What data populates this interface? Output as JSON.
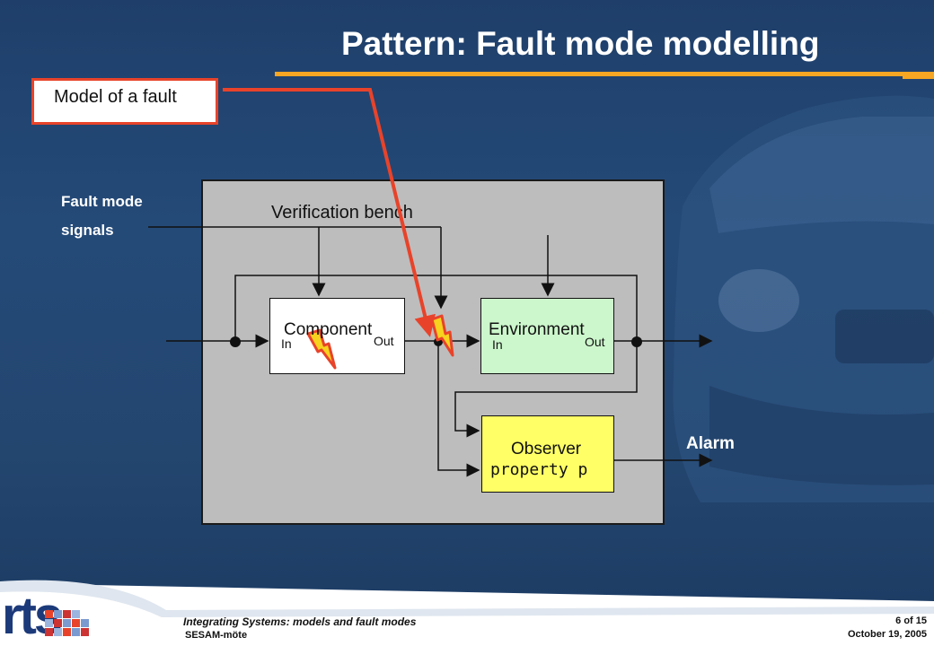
{
  "slide": {
    "title": "Pattern: Fault mode modelling",
    "callout": "Model of a fault",
    "fault_mode_signals": "Fault mode signals",
    "bench_label": "Verification bench",
    "component": {
      "label": "Component",
      "in": "In",
      "out": "Out"
    },
    "environment": {
      "label": "Environment",
      "in": "In",
      "out": "Out"
    },
    "observer": {
      "line1": "Observer",
      "line2": "property p"
    },
    "alarm": "Alarm"
  },
  "footer": {
    "title": "Integrating Systems: models and fault modes",
    "subtitle": "SESAM-möte",
    "page": "6 of 15",
    "date": "October 19, 2005",
    "logo_text": "rts"
  },
  "colors": {
    "background": "#23466f",
    "accent_bar": "#f6a623",
    "fault_arrow": "#e8432a",
    "environment_fill": "#ccf7cc",
    "observer_fill": "#ffff66",
    "bench_fill": "#bdbdbd"
  }
}
